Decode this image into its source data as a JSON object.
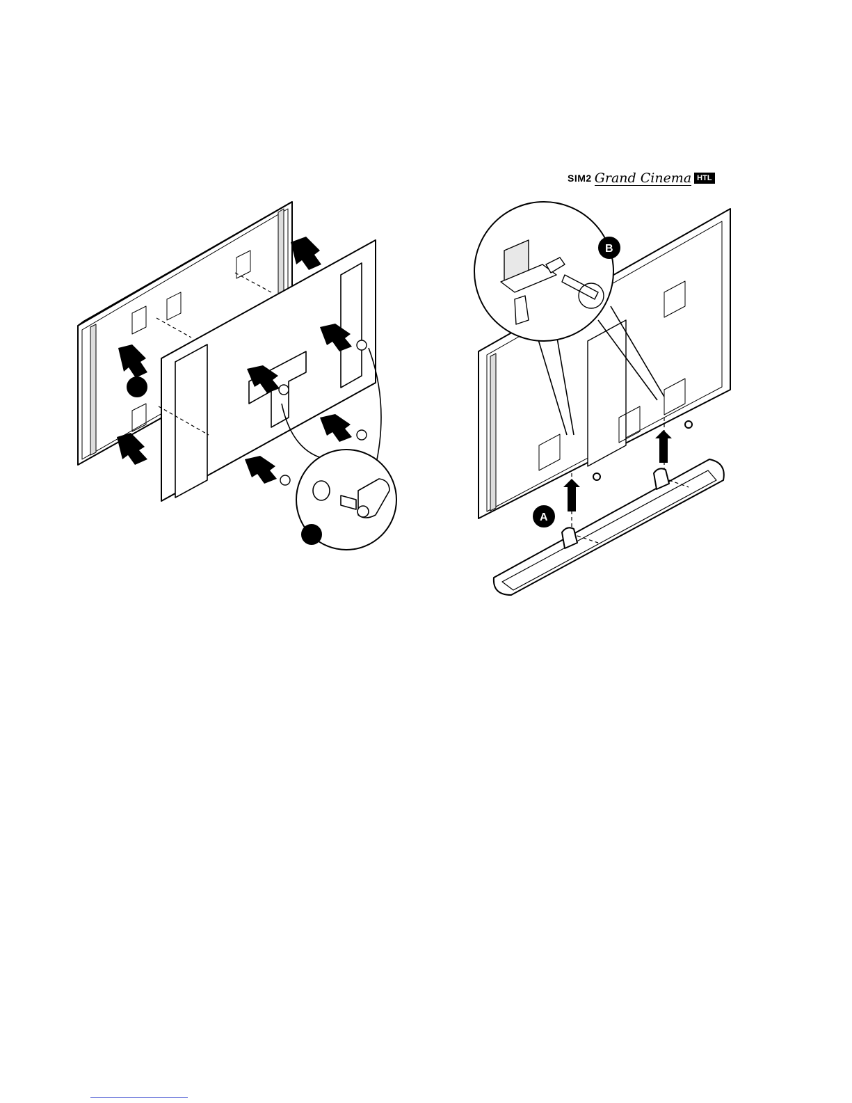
{
  "header": {
    "brand_prefix": "SIM2",
    "brand_script": "Grand Cinema",
    "brand_suffix": "HTL"
  },
  "figure_left": {
    "callouts": []
  },
  "figure_right": {
    "callouts": [
      {
        "label": "A"
      },
      {
        "label": "B"
      }
    ]
  },
  "colors": {
    "ink": "#000000",
    "paper": "#ffffff",
    "footer_rule": "#3344cc"
  }
}
